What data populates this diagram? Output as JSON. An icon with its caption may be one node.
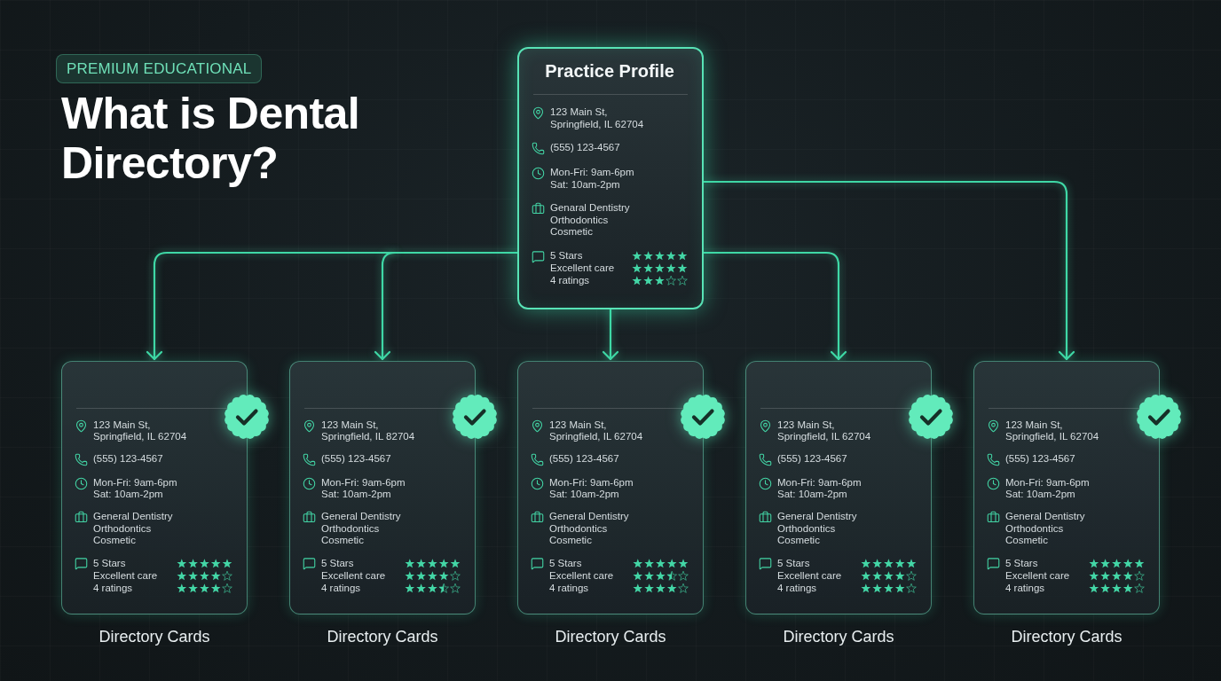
{
  "diagram": {
    "title": "What is Dental Directory?",
    "nodes": [
      {
        "text": [
          "Practice Profile",
          "123 Main St, Springfield, IL 62704",
          "(555) 123-4567",
          "Mon-Fri: 9am-6pm Sat: 10am-2pm",
          "Genaral Dentistry",
          "Orthodontics",
          "Cosmetic",
          "5 Stars",
          "Excellent care",
          "4 ratings"
        ]
      },
      {
        "text": [
          "123 Main St, Springfield, IL 62704",
          "(555) 123-4567",
          "Mon-Fri: 9am-6pm Sat: 10am-2pm",
          "General Dentistry",
          "Orthodontics",
          "Cosmetic",
          "5 Stars",
          "Excellent care",
          "4 ratings"
        ],
        "beside": [
          "Directory Cards"
        ]
      },
      {
        "text": [
          "123 Main St, Springfield, IL 82704",
          "(555) 123-4567",
          "Mon-Fri: 9am-6pm Sat: 10am-2pm",
          "General Dentistry",
          "Orthodontics",
          "Cosmetic",
          "5 Stars",
          "Excellent care",
          "4 ratings"
        ],
        "beside": [
          "Directory Cards"
        ]
      },
      {
        "text": [
          "123 Main St, Springfield, IL 62704",
          "(555) 123-4567",
          "Mon-Fri: 9am-6pm Sat: 10am-2pm",
          "General Dentistry",
          "Orthodontics",
          "Cosmetic",
          "5 Stars",
          "Excellent care",
          "4 ratings"
        ],
        "beside": [
          "Directory Cards"
        ]
      },
      {
        "text": [
          "123 Main St, Springfield, IL 62704",
          "(555) 123-4567",
          "Mon-Fri: 9am-6pm Sat: 10am-2pm",
          "General Dentistry",
          "Orthodontics",
          "Cosmetic",
          "5 Stars",
          "Excellent care",
          "4 ratings"
        ],
        "beside": [
          "Directory Cards"
        ]
      },
      {
        "text": [
          "123 Main St, Springfield, IL 62704",
          "(555) 123-4567",
          "Mon-Fri: 9am-6pm Sat: 10am-2pm",
          "General Dentistry",
          "Orthodontics",
          "Cosmetic",
          "5 Stars",
          "Excellent care",
          "4 ratings"
        ],
        "beside": [
          "Directory Cards"
        ]
      }
    ],
    "edges": [
      {
        "from": 0,
        "to": 1,
        "arrow": "to"
      },
      {
        "from": 0,
        "to": 2,
        "arrow": "to"
      },
      {
        "from": 0,
        "to": 3,
        "arrow": "to"
      },
      {
        "from": 0,
        "to": 4,
        "arrow": "to"
      },
      {
        "from": 0,
        "to": 5,
        "arrow": "to"
      }
    ],
    "labels": [
      "PREMIUM EDUCATIONAL"
    ]
  }
}
